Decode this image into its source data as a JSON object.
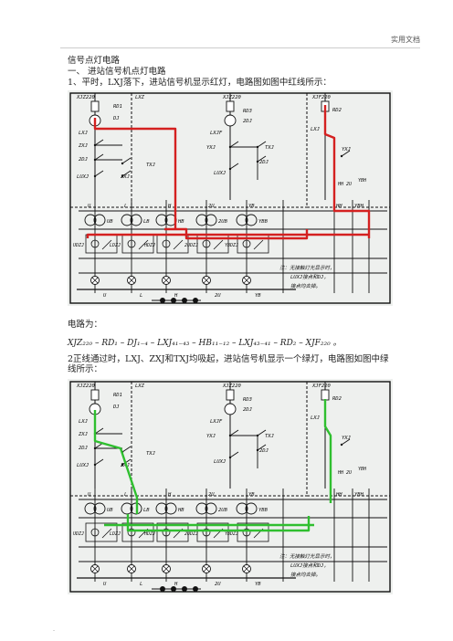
{
  "header": {
    "right": "实用文档"
  },
  "text": {
    "title": "信号点灯电路",
    "section_1": "一、     进站信号机点灯电路",
    "item_1": "1、平时，LXJ落下，进站信号机显示红灯，电路图如图中红线所示：",
    "circuit_label": "电路为：",
    "formula": "XJZ₂₂₀ – RD₁ – DJ₁₋₄ – LXJ₄₁₋₄₃ – HB₁₁₋₁₂ – LXJ₄₃₋₄₁ – RD₂ – XJF₂₂₀ 。",
    "item_2": "2正线通过时，LXJ、ZXJ和TXJ均吸起，进站信号机显示一个绿灯，电路图如图中绿线所示："
  },
  "diagram": {
    "top_labels": [
      "XJZ220",
      "RD1",
      "DJ",
      "LXJ",
      "XJZ220",
      "RD3",
      "2DJ",
      "LXJF",
      "XJF220",
      "RD2",
      "LXJ"
    ],
    "relay_labels": [
      "ZXJ",
      "2DJ",
      "LUXJ",
      "TXJ",
      "ZXJ",
      "YXJ",
      "TXJ",
      "LUXJ",
      "2DJ",
      "YXJ"
    ],
    "bus_labels": [
      "U",
      "L",
      "H",
      "2U",
      "YB",
      "HH",
      "YBH",
      "HH 2U"
    ],
    "transformer_labels": [
      "UB",
      "LB",
      "HB",
      "2UB",
      "YBB"
    ],
    "lower_labels": [
      "UDZJ",
      "LDZJ",
      "HDZJ",
      "2UDZJ",
      "YBDZJ"
    ],
    "lamp_labels": [
      "U",
      "L",
      "H",
      "2U",
      "YB"
    ],
    "note": [
      "注：无接触灯光显示时，",
      "LUXJ接点和DJ，",
      "接点均去掉。"
    ],
    "path_colors": {
      "red": "#d42020",
      "green": "#2fbf2f"
    }
  },
  "footer": {
    "mark": "-"
  }
}
